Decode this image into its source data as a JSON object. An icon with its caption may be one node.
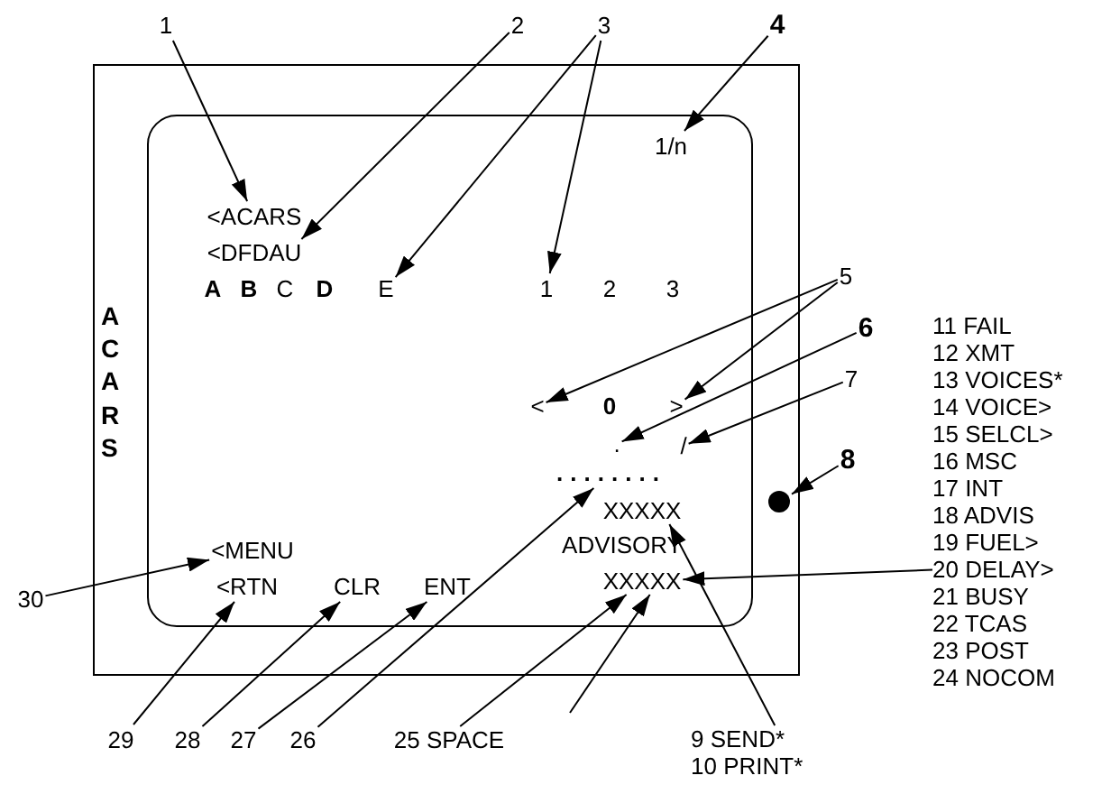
{
  "diagram": {
    "nodes": [
      {
        "text": [
          "1"
        ]
      },
      {
        "text": [
          "<ACARS"
        ]
      },
      {
        "text": [
          "2"
        ]
      },
      {
        "text": [
          "<DFDAU"
        ]
      },
      {
        "text": [
          "3"
        ]
      },
      {
        "text": [
          "E"
        ]
      },
      {
        "text": [
          "1"
        ]
      },
      {
        "text": [
          "4"
        ]
      },
      {
        "text": [
          "1/n"
        ]
      },
      {
        "text": [
          "5"
        ]
      },
      {
        "text": [
          "<"
        ]
      },
      {
        "text": [
          ">"
        ]
      },
      {
        "text": [
          "6"
        ]
      },
      {
        "text": [
          "."
        ]
      },
      {
        "text": [
          "7"
        ]
      },
      {
        "text": [
          "/"
        ]
      },
      {
        "text": [
          "8"
        ]
      },
      {
        "text": [],
        "shape": "circle"
      },
      {
        "text": [
          "........"
        ]
      },
      {
        "text": [
          "XXXXX"
        ]
      },
      {
        "text": [
          "XXXXX"
        ]
      },
      {
        "text": [
          "30"
        ]
      },
      {
        "text": [
          "<MENU"
        ]
      },
      {
        "text": [
          "<RTN"
        ]
      },
      {
        "text": [
          "CLR"
        ]
      },
      {
        "text": [
          "ENT"
        ]
      },
      {
        "text": [
          "29"
        ]
      },
      {
        "text": [
          "28"
        ]
      },
      {
        "text": [
          "27"
        ]
      },
      {
        "text": [
          "26"
        ]
      },
      {
        "text": [
          "25 SPACE"
        ]
      },
      {
        "text": [
          "9 SEND*",
          "10 PRINT*"
        ]
      },
      {
        "text": [
          "11 FAIL",
          "12 XMT",
          "13 VOICES*",
          "14 VOICE>",
          "15 SELCL>",
          "16 MSC",
          "17 INT",
          "18 ADVIS",
          "19 FUEL>",
          "20 DELAY>",
          "21 BUSY",
          "22 TCAS",
          "23 POST",
          "24 NOCOM"
        ]
      }
    ],
    "edges": [
      {
        "from": 0,
        "to": 1,
        "arrow": "to"
      },
      {
        "from": 2,
        "to": 3,
        "arrow": "to"
      },
      {
        "from": 4,
        "to": 5,
        "arrow": "to"
      },
      {
        "from": 4,
        "to": 6,
        "arrow": "to"
      },
      {
        "from": 7,
        "to": 8,
        "arrow": "to"
      },
      {
        "from": 9,
        "to": 10,
        "arrow": "to"
      },
      {
        "from": 9,
        "to": 11,
        "arrow": "to"
      },
      {
        "from": 12,
        "to": 13,
        "arrow": "to"
      },
      {
        "from": 14,
        "to": 15,
        "arrow": "to"
      },
      {
        "from": 16,
        "to": 17,
        "arrow": "to"
      },
      {
        "from": 31,
        "to": 19,
        "arrow": "to"
      },
      {
        "from": 32,
        "to": 20,
        "arrow": "to"
      },
      {
        "from": 30,
        "to": 20,
        "arrow": "to"
      },
      {
        "from": null,
        "to": 20,
        "arrow": "to"
      },
      {
        "from": 29,
        "to": 18,
        "arrow": "to"
      },
      {
        "from": 28,
        "to": 25,
        "arrow": "to"
      },
      {
        "from": 27,
        "to": 24,
        "arrow": "to"
      },
      {
        "from": 26,
        "to": 23,
        "arrow": "to"
      },
      {
        "from": 21,
        "to": 22,
        "arrow": "to"
      }
    ],
    "labels": [
      "A",
      "B",
      "C",
      "D",
      "2",
      "3",
      "0",
      "ADVISORY",
      "ACARS"
    ]
  }
}
